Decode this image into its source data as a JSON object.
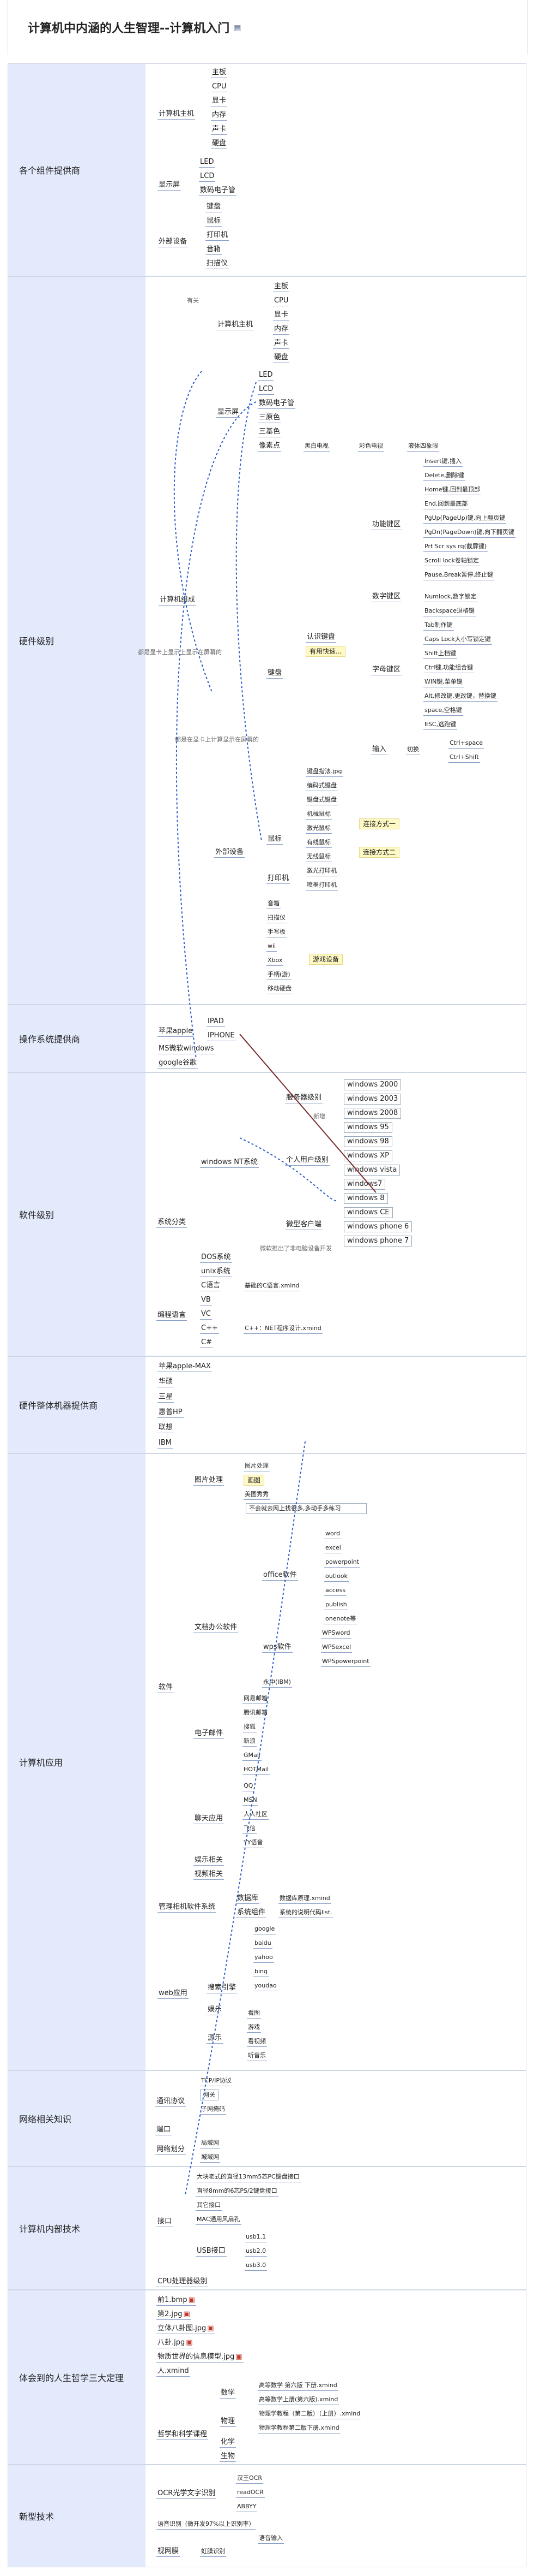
{
  "title": {
    "text": "计算机中内涵的人生智理--计算机入门",
    "icon": "note-icon"
  },
  "sections": [
    {
      "id": "s1",
      "label": "各个组件提供商",
      "nodes": {
        "pc_host": "计算机主机",
        "pc_items": [
          "主板",
          "CPU",
          "显卡",
          "内存",
          "声卡",
          "硬盘"
        ],
        "display": "显示屏",
        "display_items": [
          "LED",
          "LCD",
          "数码电子管"
        ],
        "peripheral": "外部设备",
        "peripheral_items": [
          "键盘",
          "鼠标",
          "打印机",
          "音箱",
          "扫描仪"
        ]
      }
    },
    {
      "id": "s2",
      "label": "硬件级别",
      "nodes": {
        "pc_host": "计算机主机",
        "pc_items": [
          "主板",
          "CPU",
          "显卡",
          "内存",
          "声卡",
          "硬盘"
        ],
        "display": "显示屏",
        "display_items": [
          "LED",
          "LCD",
          "数码电子管",
          "三原色",
          "三基色"
        ],
        "pixel": "像素点",
        "pixel_items": [
          "黑白电视",
          "彩色电视",
          "液体四象限"
        ],
        "pc_compose": "计算机组成",
        "keyboard_areas": "功能键区",
        "keyboard_area_items": [
          "Insert键,插入",
          "Delete,删除键",
          "Home键,回到最顶部",
          "End,回到最底部",
          "PgUp(PageUp)键,向上翻页键",
          "PgDn(PageDown)键,向下翻页键",
          "Prt Scr sys rq(截屏键)",
          "Scroll lock卷轴锁定",
          "Pause,Break暂停,终止键"
        ],
        "numpad": "数字键区",
        "numpad_items": [
          "Numlock,数字锁定"
        ],
        "charkeys": "字母键区",
        "charkey_items": [
          "Backspace退格键",
          "Tab制作键",
          "Caps Lock大小写锁定键",
          "Shift上档键",
          "Ctrl键,功能组合键",
          "WIN键,菜单键",
          "Alt,修改键,更改键，替换键",
          "space,空格键",
          "ESC,逃跑键"
        ],
        "input": "输入",
        "switch": "切换",
        "switch_items": [
          "Ctrl+space",
          "Ctrl+Shift"
        ],
        "know_keyboard": "认识键盘",
        "useful_tool": "有用快速...",
        "keyboard": "键盘",
        "keyboard_sub": [
          "键盘指法.jpg",
          "编码式键盘",
          "键盘式键盘"
        ],
        "mouse": "鼠标",
        "mouse_items": [
          "机械鼠标",
          "激光鼠标",
          "有线鼠标",
          "无线鼠标"
        ],
        "mouse_notes": [
          "连接方式一",
          "连接方式二"
        ],
        "printer": "打印机",
        "printer_items": [
          "激光打印机",
          "喷墨打印机"
        ],
        "peripheral": "外部设备",
        "peripheral_items": [
          "音箱",
          "扫描仪",
          "手写板",
          "wii",
          "Xbox",
          "手柄(游)",
          "移动硬盘"
        ],
        "game_device": "游戏设备",
        "note_left": "都是显卡上显示上显示在屏幕的",
        "note_mid": "都是在显卡上计算显示在屏幕的",
        "note_small": "有关"
      }
    },
    {
      "id": "s3",
      "label": "操作系统提供商",
      "nodes": {
        "apple": "苹果apple",
        "apple_items": [
          "IPAD",
          "IPHONE"
        ],
        "ms": "MS微软windows",
        "google": "google谷歌"
      }
    },
    {
      "id": "s4",
      "label": "软件级别",
      "nodes": {
        "sys_class": "系统分类",
        "win_nt": "windows NT系统",
        "server": "服务器级别",
        "server_items": [
          "windows 2000",
          "windows 2003",
          "windows 2008"
        ],
        "personal": "个人用户级别",
        "personal_items": [
          "windows 95",
          "windows 98",
          "windows XP",
          "windows vista",
          "windows7",
          "windows 8"
        ],
        "mobile": "微型客户端",
        "mobile_items": [
          "windows CE",
          "windows phone 6",
          "windows phone 7"
        ],
        "new_label": "新增",
        "note": "微软推出了非电脑设备开发",
        "dos": "DOS系统",
        "unix": "unix系统",
        "prog": "编程语言",
        "prog_items": [
          "C语言",
          "VB",
          "VC",
          "C++",
          "C#"
        ],
        "c_note": "基础的C语言.xmind",
        "cpp_note": "C++：NET程序设计.xmind"
      }
    },
    {
      "id": "s5",
      "label": "硬件整体机器提供商",
      "nodes": {
        "items": [
          "苹果apple-MAX",
          "华硕",
          "三星",
          "惠普HP",
          "联想",
          "IBM"
        ]
      }
    },
    {
      "id": "s6",
      "label": "计算机应用",
      "nodes": {
        "software": "软件",
        "img_proc": "图片处理",
        "img_items": [
          "图片处理",
          "画图",
          "美图秀秀"
        ],
        "note_img": "不会就去网上找很多,多动手多练习",
        "wps": "wps软件",
        "doc_proc": "文档办公软件",
        "office": "office软件",
        "office_items": [
          "word",
          "excel",
          "powerpoint",
          "outlook",
          "access",
          "publish",
          "onenote等"
        ],
        "wps_items": [
          "WPSword",
          "WPSexcel",
          "WPSpowerpoint"
        ],
        "yongzhong": "永中(IBM)",
        "email": "电子邮件",
        "email_items": [
          "网易邮箱",
          "腾讯邮箱",
          "搜狐",
          "新浪",
          "GMail",
          "HOTMail"
        ],
        "chat": "聊天应用",
        "chat_items": [
          "QQ",
          "MSN",
          "人人社区",
          "飞信",
          "YY语音"
        ],
        "misc": [
          "娱乐相关",
          "视频相关"
        ],
        "manage": "管理相机软件系统",
        "data_base": "数据库",
        "db_note": "数据库原理.xmind",
        "sys_mgmt": "系统组件",
        "sys_note": "系统的说明代码list.",
        "web": "web应用",
        "search": "搜索引擎",
        "search_items": [
          "google",
          "baidu",
          "yahoo",
          "bing",
          "youdao"
        ],
        "ent": "娱乐",
        "ent2": "源乐",
        "ent_items": [
          "看图",
          "游戏",
          "看视频",
          "听音乐"
        ]
      }
    },
    {
      "id": "s7",
      "label": "网络相关知识",
      "nodes": {
        "protocol": "通讯协议",
        "protocol_items": [
          "TCP/IP协议",
          "网关",
          "子网掩码"
        ],
        "port": "端口",
        "network": "网络划分",
        "network_items": [
          "局域网",
          "城域网"
        ]
      }
    },
    {
      "id": "s8",
      "label": "计算机内部技术",
      "nodes": {
        "port": "接口",
        "port_items": [
          "大块老式的直径13mm5芯PC键盘接口",
          "直径8mm的6芯PS/2键盘接口",
          "其它接口",
          "MAC通用风扇孔"
        ],
        "usb": "USB接口",
        "usb_items": [
          "usb1.1",
          "usb2.0",
          "usb3.0"
        ],
        "cpu": "CPU处理器级别"
      }
    },
    {
      "id": "s9",
      "label": "体会到的人生哲学三大定理",
      "nodes": {
        "files": [
          "前1.bmp",
          "第2.jpg",
          "立体八卦图.jpg",
          "八卦.jpg",
          "物质世界的信息模型.jpg",
          "人.xmind"
        ],
        "learn": "哲学和科学课程",
        "math": "数学",
        "math_items": [
          "高等数学 第六版 下册.xmind",
          "高等数学上册(第六版).xmind"
        ],
        "phys": "物理",
        "phys_items": [
          "物理学教程（第二版）（上册）.xmind",
          "物理学教程第二版下册.xmind"
        ],
        "chem": "化学",
        "bio": "生物"
      }
    },
    {
      "id": "s10",
      "label": "新型技术",
      "nodes": {
        "ocr": "OCR光学文字识别",
        "ocr_items": [
          "汉王OCR",
          "readOCR",
          "ABBYY"
        ],
        "voice": "语音识别（微开发97%以上识别率）",
        "voice_item": "语音输入",
        "retina": "视网膜",
        "retina_item": "虹膜识别"
      }
    }
  ]
}
